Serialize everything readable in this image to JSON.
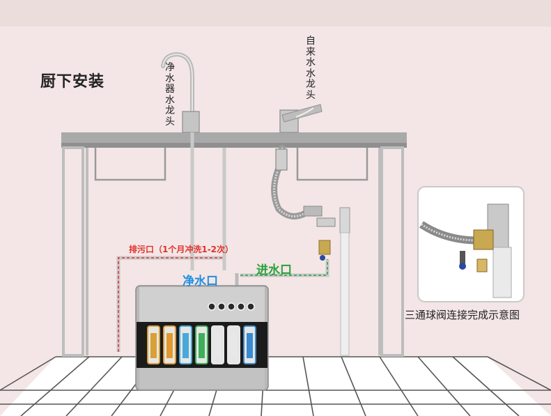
{
  "title": "厨下安装",
  "labels": {
    "purifier_faucet": "净水器水龙头",
    "tap_faucet": "自来水水龙头",
    "drain_port": "排污口（1个月冲洗1-2次）",
    "clean_water_port": "净水口",
    "inlet_port": "进水口",
    "inset_caption": "三通球阀连接完成示意图"
  },
  "colors": {
    "drain_pipe": "#e0302a",
    "clean_pipe": "#1f8fe0",
    "inlet_pipe": "#2aa03a",
    "wall": "#f4e6e6",
    "floor": "#ffffff"
  },
  "filters": [
    {
      "color": "#d8a035"
    },
    {
      "color": "#e09a30"
    },
    {
      "color": "#4aa8d8"
    },
    {
      "color": "#3fae5a"
    },
    {
      "color": "#e8e8e8"
    },
    {
      "color": "#e8e8e8"
    },
    {
      "color": "#3a8ad0"
    }
  ],
  "panel_buttons": 5
}
